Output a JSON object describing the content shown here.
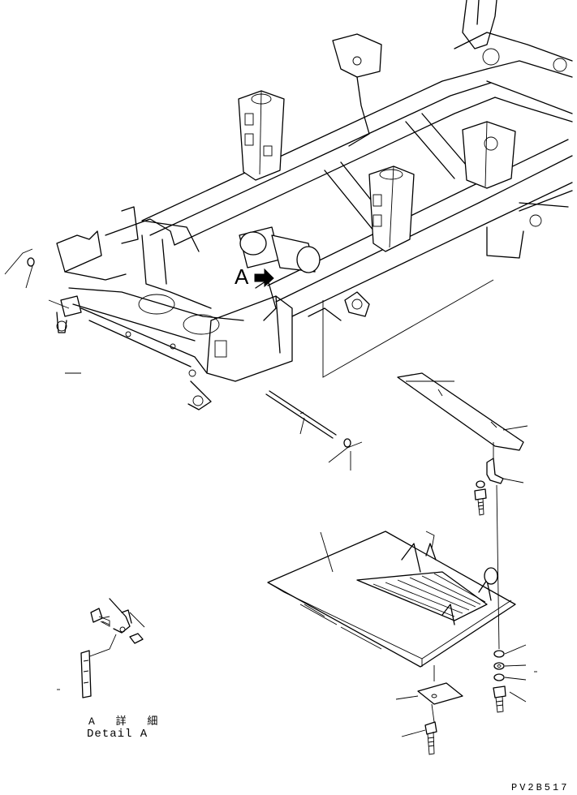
{
  "callout": {
    "letter": "A"
  },
  "detail": {
    "label_jp": "A 詳 細",
    "label_en": "Detail A"
  },
  "drawing_code": "PV2B517"
}
